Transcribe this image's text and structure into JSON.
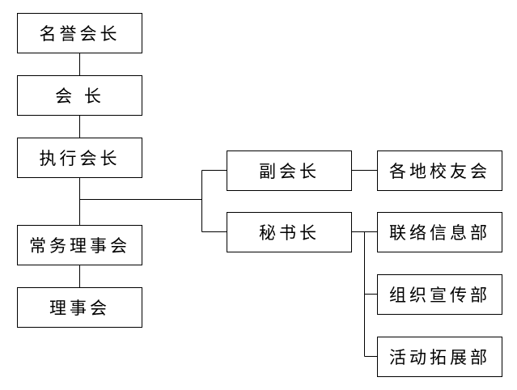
{
  "org_chart": {
    "honorary_president": "名誉会长",
    "president": "会 长",
    "executive_president": "执行会长",
    "standing_council": "常务理事会",
    "council": "理事会",
    "vice_president": "副会长",
    "secretary_general": "秘书长",
    "local_alumni_associations": "各地校友会",
    "liaison_dept": "联络信息部",
    "organization_dept": "组织宣传部",
    "activity_dept": "活动拓展部"
  },
  "colors": {
    "line": "#000000",
    "box_border": "#000000",
    "background": "#ffffff"
  }
}
